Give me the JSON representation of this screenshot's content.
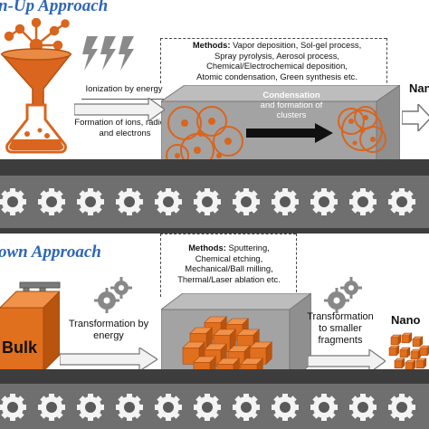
{
  "top": {
    "title": "n-Up Approach",
    "step1_label": "Ionization by energy",
    "step2_label": "Formation of ions, radicals and electrons",
    "methods_label": "Methods:",
    "methods_text": "Vapor deposition, Sol-gel process, Spray pyrolysis, Aerosol process, Chemical/Electrochemical deposition, Atomic condensation, Green synthesis etc.",
    "methods_lines": [
      "Vapor deposition, Sol-gel process,",
      "Spray pyrolysis, Aerosol process,",
      "Chemical/Electrochemical deposition,",
      "Atomic condensation, Green synthesis etc."
    ],
    "condensation_label": "Condensation and formation of clusters",
    "condensation_lines": [
      "Condensation",
      "and formation of",
      "clusters"
    ],
    "output_label": "Nan"
  },
  "bottom": {
    "title": "own Approach",
    "bulk_label": "Bulk",
    "step1_label": "Transformation by energy",
    "step1_lines": [
      "Transformation by",
      "energy"
    ],
    "methods_label": "Methods:",
    "methods_lines": [
      "Sputtering,",
      "Chemical etching,",
      "Mechanical/Ball milling,",
      "Thermal/Laser ablation etc."
    ],
    "step2_label": "Transformation to smaller fragments",
    "step2_lines": [
      "Transformation",
      "to smaller",
      "fragments"
    ],
    "output_label": "Nano"
  },
  "colors": {
    "title_blue": "#2e66b7",
    "orange": "#d9651e",
    "conveyor_gray": "#6f6f6f",
    "belt_dark": "#3d3d3d",
    "box_gray": "#9a9a9a"
  },
  "icons": [
    "funnel-icon",
    "flask-icon",
    "lightning-icon",
    "gear-icon",
    "caliper-icon",
    "atom-cluster-icon",
    "cube-icon"
  ]
}
